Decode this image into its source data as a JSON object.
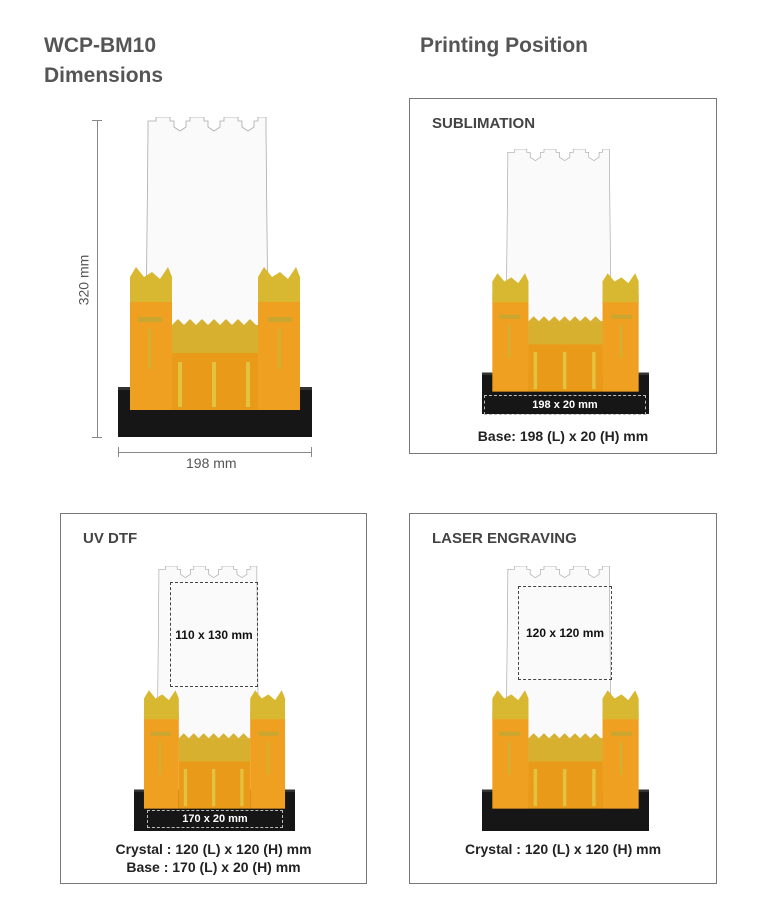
{
  "header": {
    "model": "WCP-BM10",
    "dimensions_label": "Dimensions",
    "printing_label": "Printing Position"
  },
  "dimensions": {
    "height": "320 mm",
    "width": "198 mm"
  },
  "sublimation": {
    "title": "SUBLIMATION",
    "area": "198 x 20 mm",
    "caption": "Base: 198 (L) x 20 (H) mm"
  },
  "uvdtf": {
    "title": "UV DTF",
    "crystal_area": "110 x 130 mm",
    "base_area": "170 x 20 mm",
    "caption1": "Crystal : 120 (L) x 120 (H) mm",
    "caption2": "Base : 170 (L) x 20 (H) mm"
  },
  "laser": {
    "title": "LASER ENGRAVING",
    "crystal_area": "120 x 120 mm",
    "caption": "Crystal : 120 (L) x 120 (H) mm"
  },
  "colors": {
    "orange": "#f0a020",
    "gold": "#d8b830",
    "base": "#161616"
  }
}
